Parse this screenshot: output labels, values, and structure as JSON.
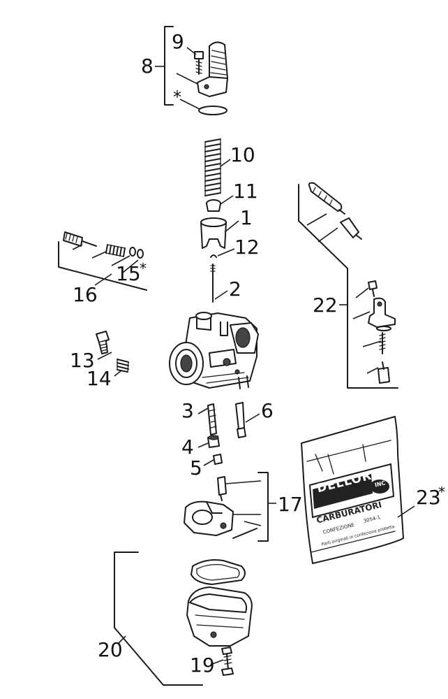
{
  "callouts": {
    "c1": "1",
    "c2": "2",
    "c3": "3",
    "c4": "4",
    "c5": "5",
    "c6": "6",
    "c8": "8",
    "c9": "9",
    "c10": "10",
    "c11": "11",
    "c12": "12",
    "c13": "13",
    "c14": "14",
    "c15": "15",
    "c16": "16",
    "c17": "17",
    "c19": "19",
    "c20": "20",
    "c22": "22",
    "c23": "23",
    "asterisk": "*"
  },
  "bag": {
    "brand": "DELLORTO",
    "inc": "INC",
    "product": "CARBURATORI",
    "line1": "CONFEZIONE",
    "code": "3054-1",
    "line2": "Parti originali in confezione protetta"
  }
}
